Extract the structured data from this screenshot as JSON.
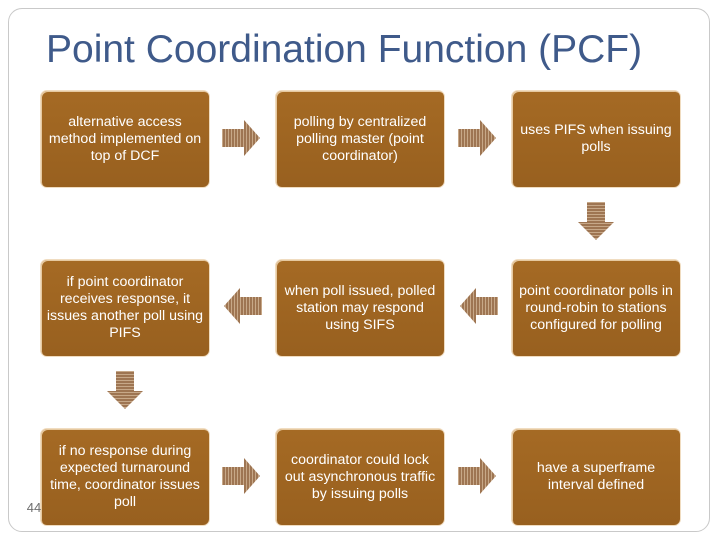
{
  "title": "Point Coordination Function (PCF)",
  "slide_number": "44",
  "colors": {
    "box_fill": "#a16624",
    "arrow_fill": "#9e7552",
    "title": "#3f5a8a"
  },
  "boxes": [
    {
      "id": "b1",
      "text": "alternative access method implemented on top of DCF"
    },
    {
      "id": "b2",
      "text": "polling by centralized polling master (point coordinator)"
    },
    {
      "id": "b3",
      "text": "uses PIFS when issuing polls"
    },
    {
      "id": "b4",
      "text": "if point coordinator receives response, it issues another poll using PIFS"
    },
    {
      "id": "b5",
      "text": "when poll issued, polled station may respond using SIFS"
    },
    {
      "id": "b6",
      "text": "point coordinator polls in round-robin to stations configured for polling"
    },
    {
      "id": "b7",
      "text": "if no response during expected turnaround time, coordinator issues poll"
    },
    {
      "id": "b8",
      "text": "coordinator could lock out asynchronous traffic by issuing polls"
    },
    {
      "id": "b9",
      "text": "have a superframe interval defined"
    }
  ],
  "arrows": [
    {
      "name": "arrow-b1-to-b2",
      "direction": "right"
    },
    {
      "name": "arrow-b2-to-b3",
      "direction": "right"
    },
    {
      "name": "arrow-b3-to-b6",
      "direction": "down"
    },
    {
      "name": "arrow-b6-to-b5",
      "direction": "left"
    },
    {
      "name": "arrow-b5-to-b4",
      "direction": "left"
    },
    {
      "name": "arrow-b4-to-b7",
      "direction": "down"
    },
    {
      "name": "arrow-b7-to-b8",
      "direction": "right"
    },
    {
      "name": "arrow-b8-to-b9",
      "direction": "right"
    }
  ]
}
